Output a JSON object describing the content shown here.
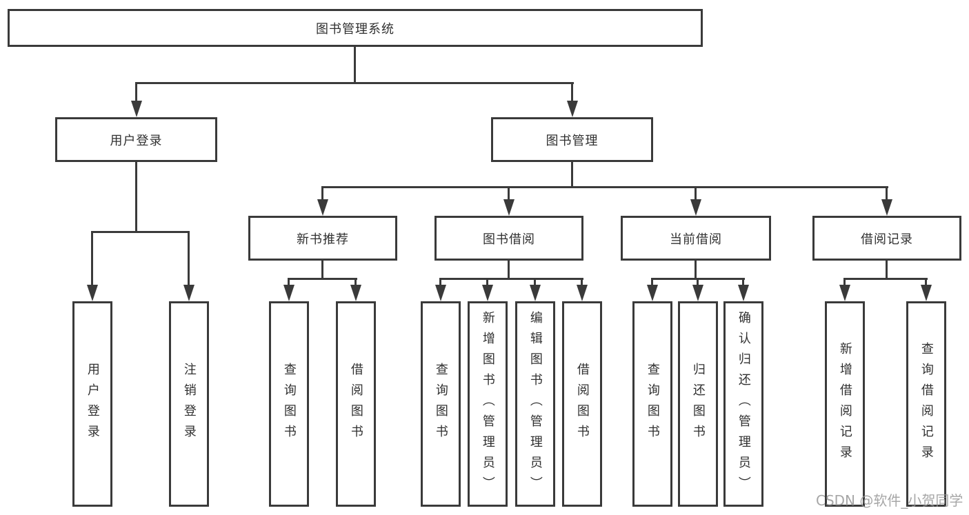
{
  "diagram": {
    "root": {
      "label": "图书管理系统",
      "children": [
        {
          "label": "用户登录",
          "children": [
            {
              "label": "用户登录"
            },
            {
              "label": "注销登录"
            }
          ]
        },
        {
          "label": "图书管理",
          "children": [
            {
              "label": "新书推荐",
              "children": [
                {
                  "label": "查询图书"
                },
                {
                  "label": "借阅图书"
                }
              ]
            },
            {
              "label": "图书借阅",
              "children": [
                {
                  "label": "查询图书"
                },
                {
                  "label": "新增图书（管理员）"
                },
                {
                  "label": "编辑图书（管理员）"
                },
                {
                  "label": "借阅图书"
                }
              ]
            },
            {
              "label": "当前借阅",
              "children": [
                {
                  "label": "查询图书"
                },
                {
                  "label": "归还图书"
                },
                {
                  "label": "确认归还（管理员）"
                }
              ]
            },
            {
              "label": "借阅记录",
              "children": [
                {
                  "label": "新增借阅记录"
                },
                {
                  "label": "查询借阅记录"
                }
              ]
            }
          ]
        }
      ]
    },
    "watermark": "CSDN @软件_小贺同学",
    "colors": {
      "line": "#3a3a3a",
      "text": "#303030",
      "watermark": "#969696",
      "background": "#ffffff"
    }
  }
}
